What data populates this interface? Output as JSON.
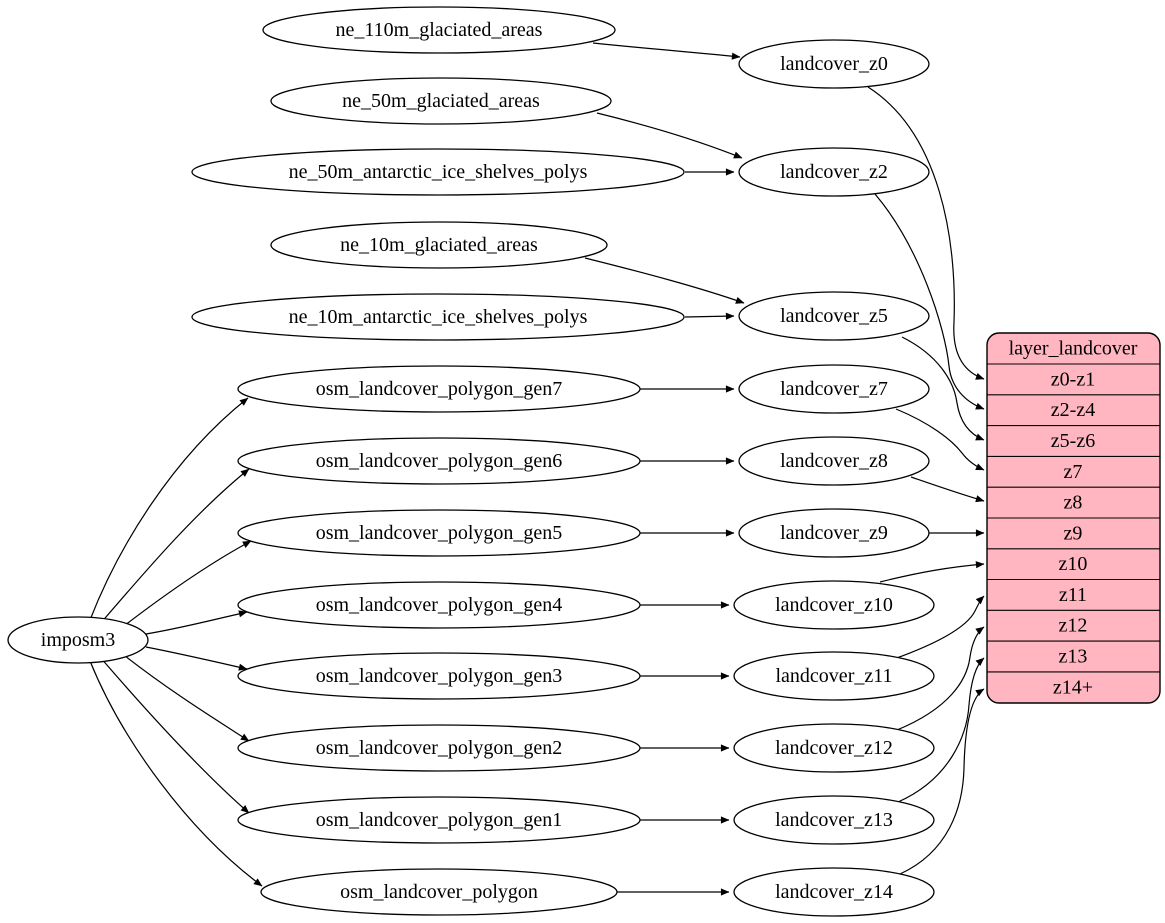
{
  "diagram": {
    "type": "graphviz-digraph",
    "background": "#ffffff",
    "edge_color": "#000000",
    "node_fill": "#ffffff",
    "node_stroke": "#000000",
    "sources": [
      {
        "label": "ne_110m_glaciated_areas"
      },
      {
        "label": "ne_50m_glaciated_areas"
      },
      {
        "label": "ne_50m_antarctic_ice_shelves_polys"
      },
      {
        "label": "ne_10m_glaciated_areas"
      },
      {
        "label": "ne_10m_antarctic_ice_shelves_polys"
      },
      {
        "label": "osm_landcover_polygon_gen7"
      },
      {
        "label": "osm_landcover_polygon_gen6"
      },
      {
        "label": "osm_landcover_polygon_gen5"
      },
      {
        "label": "osm_landcover_polygon_gen4"
      },
      {
        "label": "osm_landcover_polygon_gen3"
      },
      {
        "label": "osm_landcover_polygon_gen2"
      },
      {
        "label": "osm_landcover_polygon_gen1"
      },
      {
        "label": "osm_landcover_polygon"
      }
    ],
    "importer": {
      "label": "imposm3"
    },
    "transforms": [
      {
        "label": "landcover_z0"
      },
      {
        "label": "landcover_z2"
      },
      {
        "label": "landcover_z5"
      },
      {
        "label": "landcover_z7"
      },
      {
        "label": "landcover_z8"
      },
      {
        "label": "landcover_z9"
      },
      {
        "label": "landcover_z10"
      },
      {
        "label": "landcover_z11"
      },
      {
        "label": "landcover_z12"
      },
      {
        "label": "landcover_z13"
      },
      {
        "label": "landcover_z14"
      }
    ],
    "layer_table": {
      "title": "layer_landcover",
      "fill": "#ffb6c1",
      "rows": [
        {
          "label": "z0-z1"
        },
        {
          "label": "z2-z4"
        },
        {
          "label": "z5-z6"
        },
        {
          "label": "z7"
        },
        {
          "label": "z8"
        },
        {
          "label": "z9"
        },
        {
          "label": "z10"
        },
        {
          "label": "z11"
        },
        {
          "label": "z12"
        },
        {
          "label": "z13"
        },
        {
          "label": "z14+"
        }
      ]
    }
  }
}
